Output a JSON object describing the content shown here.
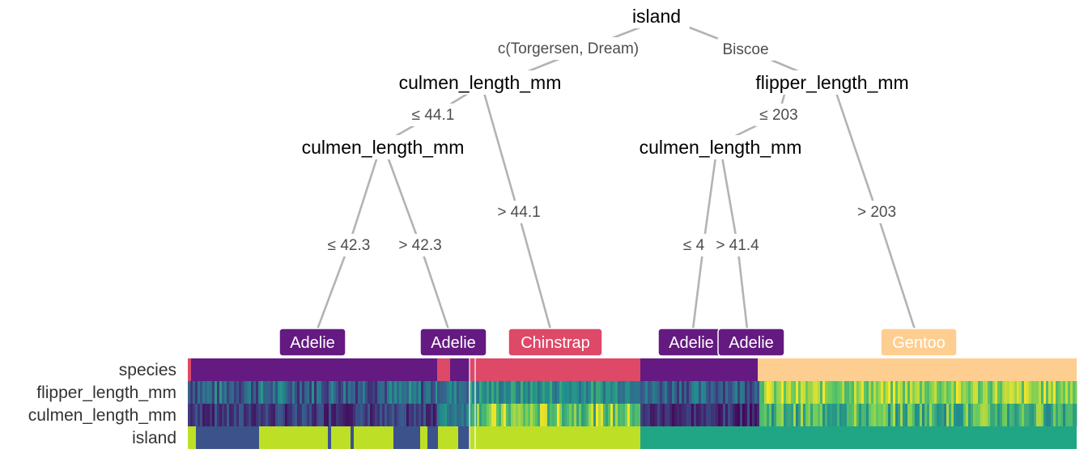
{
  "tree": {
    "root": {
      "id": "n1",
      "label": "island"
    },
    "splits": [
      {
        "id": "n2",
        "label": "culmen_length_mm"
      },
      {
        "id": "n3",
        "label": "culmen_length_mm"
      },
      {
        "id": "n4",
        "label": "flipper_length_mm"
      },
      {
        "id": "n5",
        "label": "culmen_length_mm"
      }
    ],
    "edges": [
      {
        "id": "e1",
        "from": "n1",
        "to": "n2",
        "label": "c(Torgersen, Dream)"
      },
      {
        "id": "e2",
        "from": "n1",
        "to": "n4",
        "label": "Biscoe"
      },
      {
        "id": "e3",
        "from": "n2",
        "to": "n3",
        "label": "≤ 44.1"
      },
      {
        "id": "e4",
        "from": "n2",
        "to": "l3",
        "label": "> 44.1"
      },
      {
        "id": "e5",
        "from": "n3",
        "to": "l1",
        "label": "≤ 42.3"
      },
      {
        "id": "e6",
        "from": "n3",
        "to": "l2",
        "label": "> 42.3"
      },
      {
        "id": "e7",
        "from": "n4",
        "to": "n5",
        "label": "≤ 203"
      },
      {
        "id": "e8",
        "from": "n4",
        "to": "l6",
        "label": "> 203"
      },
      {
        "id": "e9",
        "from": "n5",
        "to": "l4",
        "label": "≤ 4"
      },
      {
        "id": "e10",
        "from": "n5",
        "to": "l5",
        "label": "> 41.4"
      }
    ],
    "leaves": [
      {
        "id": "l1",
        "label": "Adelie",
        "color": "#641A80"
      },
      {
        "id": "l2",
        "label": "Adelie",
        "color": "#641A80"
      },
      {
        "id": "l3",
        "label": "Chinstrap",
        "color": "#DE4968"
      },
      {
        "id": "l4",
        "label": "Adelie",
        "color": "#641A80"
      },
      {
        "id": "l5",
        "label": "Adelie",
        "color": "#641A80"
      },
      {
        "id": "l6",
        "label": "Gentoo",
        "color": "#FECE91"
      }
    ]
  },
  "heatmap": {
    "rows": [
      "species",
      "flipper_length_mm",
      "culmen_length_mm",
      "island"
    ],
    "species_colors": {
      "Adelie": "#641A80",
      "Chinstrap": "#DE4968",
      "Gentoo": "#FECE91"
    },
    "island_colors": {
      "Torgersen": "#3B528B",
      "Dream": "#BDDF26",
      "Biscoe": "#21A685"
    },
    "gradient": [
      "#440154",
      "#3B528B",
      "#21908C",
      "#5DC863",
      "#FDE725"
    ]
  }
}
